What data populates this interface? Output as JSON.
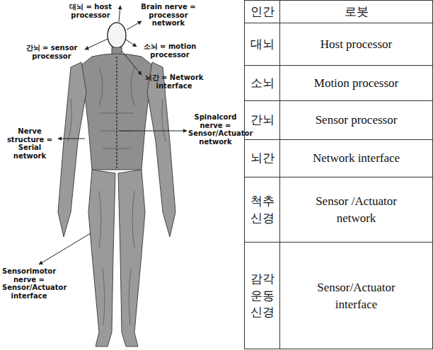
{
  "diagram": {
    "labels": [
      "대뇌 = host processor",
      "Brain nerve = processor network",
      "간뇌 = sensor processor",
      "소뇌 = motion processor",
      "뇌간 = Network interface",
      "Nerve structure = Serial network",
      "Spinalcord nerve = Sensor/Actuator network",
      "Sensorimotor nerve = Sensor/Actuator interface",
      "인간",
      "로봇",
      "대뇌",
      "Host processor",
      "소뇌",
      "Motion processor",
      "간뇌",
      "Sensor processor",
      "뇌간",
      "Network interface",
      "척추 신경",
      "Sensor /Actuator network",
      "감각 운동 신경",
      "Sensor/Actuator interface"
    ]
  }
}
